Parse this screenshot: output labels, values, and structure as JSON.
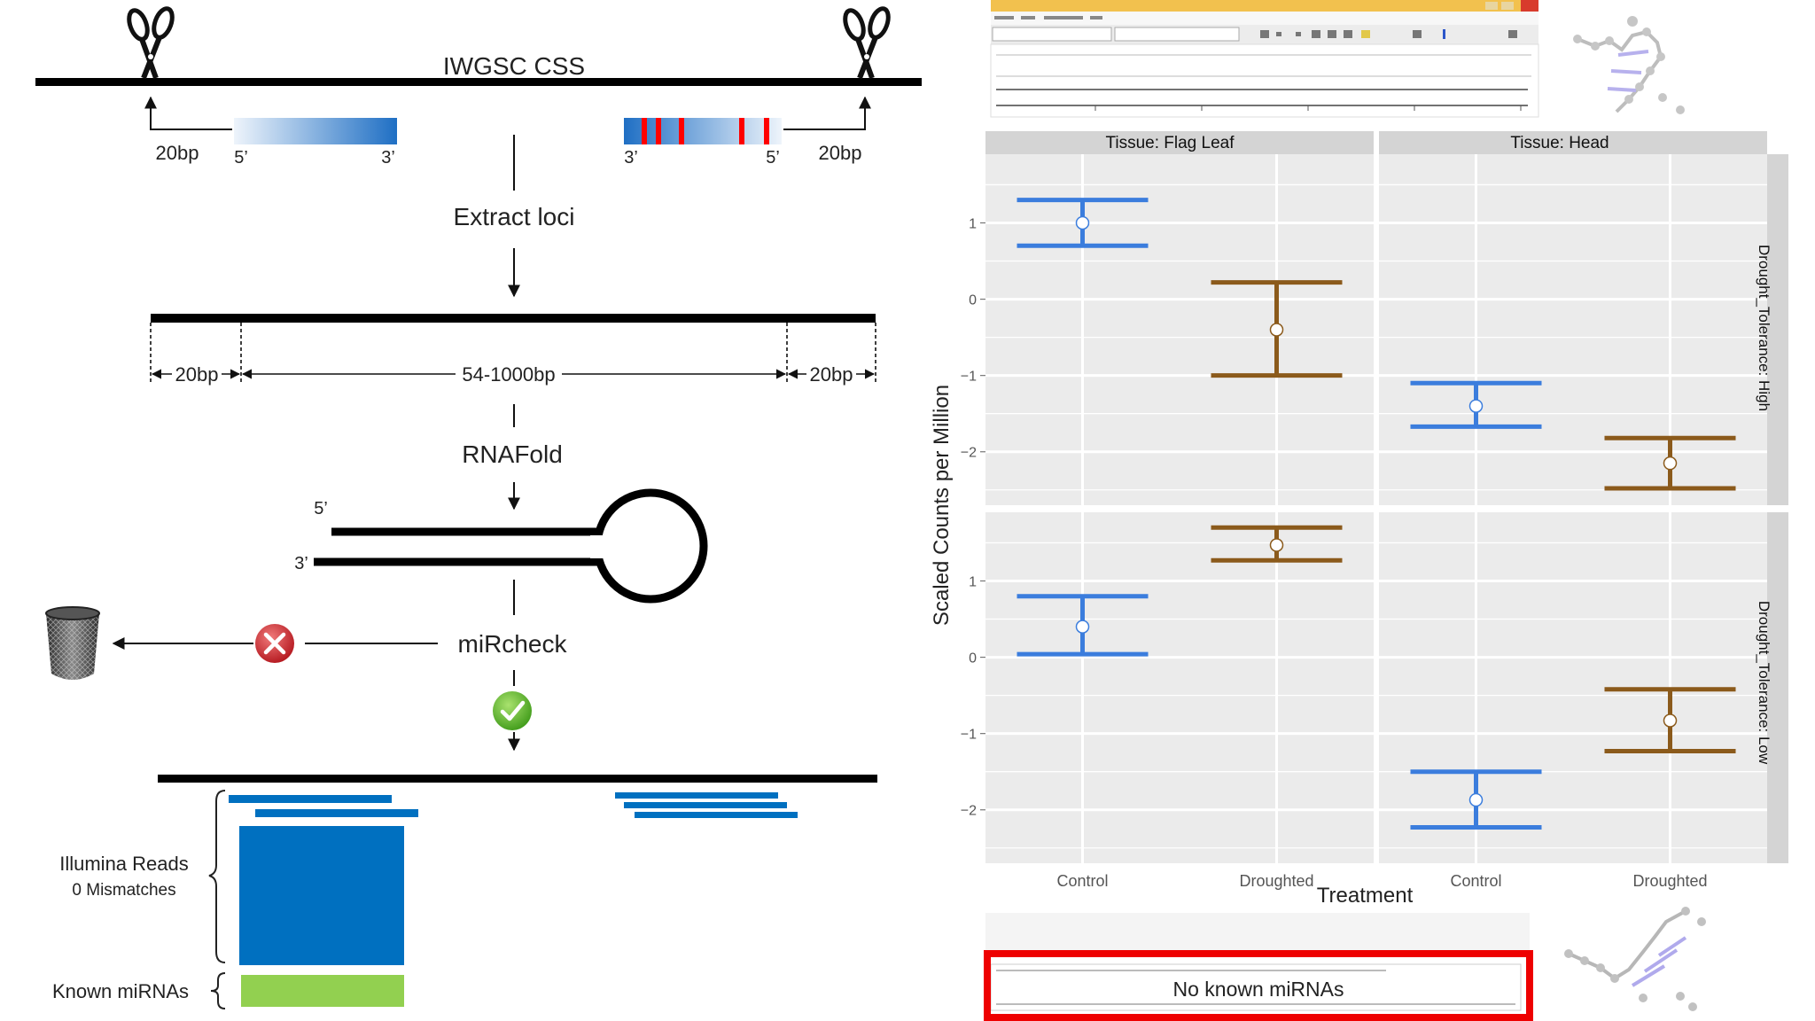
{
  "pipeline": {
    "genome_label": "IWGSC CSS",
    "left_bp": "20bp",
    "right_bp": "20bp",
    "left_probe_5": "5’",
    "left_probe_3": "3’",
    "right_probe_3": "3’",
    "right_probe_5": "5’",
    "step_extract": "Extract loci",
    "span_left": "20bp",
    "span_middle": "54-1000bp",
    "span_right": "20bp",
    "step_rnafold": "RNAFold",
    "hairpin_5": "5’",
    "hairpin_3": "3’",
    "step_mircheck": "miRcheck",
    "reads_label": "Illumina Reads",
    "mismatch_label": "0 Mismatches",
    "known_label": "Known miRNAs",
    "colors": {
      "read_blue": "#0070C0",
      "known_green": "#92D050",
      "reject_red": "#D9363E",
      "accept_green": "#5CB82E",
      "probe_red": "#FF0000"
    }
  },
  "chart_data": {
    "type": "errorbar",
    "xlabel": "Treatment",
    "ylabel": "Scaled Counts per Million",
    "categories": [
      "Control",
      "Droughted"
    ],
    "facet_cols": [
      "Tissue: Flag Leaf",
      "Tissue: Head"
    ],
    "facet_rows": [
      "Drought_Tolerance: High",
      "Drought_Tolerance: Low"
    ],
    "y_ticks": [
      1,
      0,
      -1,
      -2
    ],
    "y_tick_labels": [
      "1",
      "0",
      "−1",
      "−2"
    ],
    "ylim": [
      -2.7,
      1.9
    ],
    "grid": true,
    "colors": {
      "Control": "#3B7DDD",
      "Droughted": "#8B5A1B"
    },
    "panels": [
      {
        "row": 0,
        "col": 0,
        "points": [
          {
            "x": "Control",
            "mean": 1.0,
            "lower": 0.7,
            "upper": 1.3
          },
          {
            "x": "Droughted",
            "mean": -0.4,
            "lower": -1.0,
            "upper": 0.22
          }
        ]
      },
      {
        "row": 0,
        "col": 1,
        "points": [
          {
            "x": "Control",
            "mean": -1.4,
            "lower": -1.67,
            "upper": -1.1
          },
          {
            "x": "Droughted",
            "mean": -2.15,
            "lower": -2.48,
            "upper": -1.82
          }
        ]
      },
      {
        "row": 1,
        "col": 0,
        "points": [
          {
            "x": "Control",
            "mean": 0.4,
            "lower": 0.04,
            "upper": 0.8
          },
          {
            "x": "Droughted",
            "mean": 1.47,
            "lower": 1.27,
            "upper": 1.7
          }
        ]
      },
      {
        "row": 1,
        "col": 1,
        "points": [
          {
            "x": "Control",
            "mean": -1.87,
            "lower": -2.23,
            "upper": -1.5
          },
          {
            "x": "Droughted",
            "mean": -0.83,
            "lower": -1.23,
            "upper": -0.42
          }
        ]
      }
    ]
  },
  "callout": {
    "text": "No known miRNAs"
  }
}
